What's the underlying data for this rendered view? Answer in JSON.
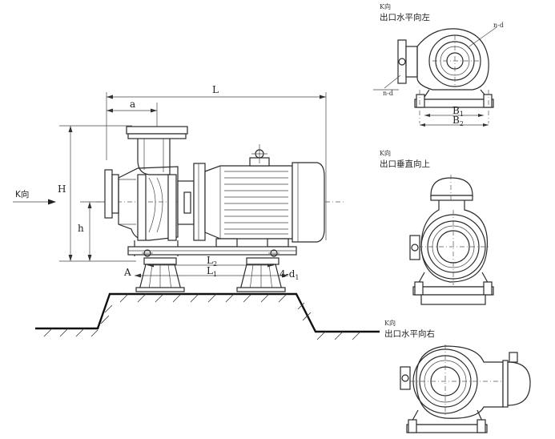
{
  "labels": {
    "L": "L",
    "a": "a",
    "H": "H",
    "h": "h",
    "L2": "L",
    "L2_sub": "2",
    "L1": "L",
    "L1_sub": "1",
    "A": "A",
    "four_d1": "4-d",
    "four_d1_sub": "1",
    "k_direction": "K向"
  },
  "views": [
    {
      "title": "K向",
      "subtitle": "出口水平向左",
      "nd_top": "n-d",
      "nd_bottom": "n-d",
      "b1": "B",
      "b1_sub": "1",
      "b2": "B",
      "b2_sub": "2"
    },
    {
      "title": "K向",
      "subtitle": "出口垂直向上"
    },
    {
      "title": "K向",
      "subtitle": "出口水平向右"
    }
  ]
}
